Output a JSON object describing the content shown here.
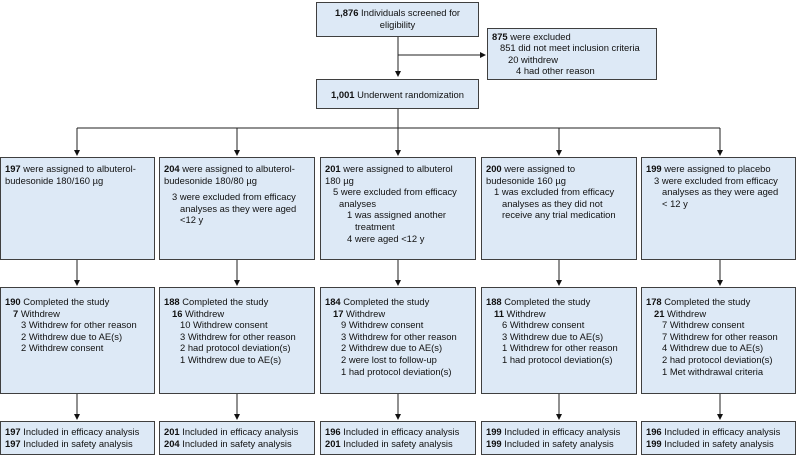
{
  "screened": {
    "count": "1,876",
    "text": "Individuals screened for",
    "text2": "eligibility"
  },
  "excluded": {
    "count": "875",
    "text": "were excluded",
    "reasons": [
      "851 did not meet inclusion criteria",
      "20 withdrew",
      "4 had other reason"
    ]
  },
  "randomized": {
    "count": "1,001",
    "text": "Underwent randomization"
  },
  "arms": [
    {
      "assign_count": "197",
      "assign_l1": "were assigned to albuterol-",
      "assign_lines": [
        "budesonide 180/160 µg"
      ],
      "completed_count": "190",
      "completed_text": "Completed the study",
      "withdrew_count": "7",
      "withdrew_text": "Withdrew",
      "withdraw_reasons": [
        "3 Withdrew for other reason",
        "2 Withdrew due to AE(s)",
        "2 Withdrew consent"
      ],
      "efficacy_count": "197",
      "efficacy_text": "Included in efficacy analysis",
      "safety_count": "197",
      "safety_text": "Included in safety analysis"
    },
    {
      "assign_count": "204",
      "assign_l1": "were assigned to albuterol-",
      "assign_lines": [
        "budesonide 180/80 µg"
      ],
      "exclusion_lines": [
        "3 were excluded from efficacy",
        "analyses as they were aged",
        "<12 y"
      ],
      "completed_count": "188",
      "completed_text": "Completed the study",
      "withdrew_count": "16",
      "withdrew_text": "Withdrew",
      "withdraw_reasons": [
        "10 Withdrew consent",
        "3 Withdrew for other reason",
        "2 had protocol deviation(s)",
        "1 Withdrew due to AE(s)"
      ],
      "efficacy_count": "201",
      "efficacy_text": "Included in efficacy analysis",
      "safety_count": "204",
      "safety_text": "Included in safety analysis"
    },
    {
      "assign_count": "201",
      "assign_l1": "were assigned to albuterol",
      "assign_lines": [
        "180 µg"
      ],
      "exclusion_lines": [
        "5 were excluded from efficacy",
        "analyses"
      ],
      "exclusion_sub": [
        "1 was assigned another",
        "treatment",
        "4 were aged <12 y"
      ],
      "completed_count": "184",
      "completed_text": "Completed the study",
      "withdrew_count": "17",
      "withdrew_text": "Withdrew",
      "withdraw_reasons": [
        "9 Withdrew consent",
        "3 Withdrew for other reason",
        "2 Withdrew due to AE(s)",
        "2 were lost to follow-up",
        "1 had protocol deviation(s)"
      ],
      "efficacy_count": "196",
      "efficacy_text": "Included in efficacy analysis",
      "safety_count": "201",
      "safety_text": "Included in safety analysis"
    },
    {
      "assign_count": "200",
      "assign_l1": "were assigned to",
      "assign_lines": [
        "budesonide 160 µg"
      ],
      "exclusion_lines": [
        "1 was excluded from efficacy",
        "analyses as they did not",
        "receive any trial medication"
      ],
      "completed_count": "188",
      "completed_text": "Completed the study",
      "withdrew_count": "11",
      "withdrew_text": "Withdrew",
      "withdraw_reasons": [
        "6 Withdrew consent",
        "3 Withdrew due to AE(s)",
        "1 Withdrew for other reason",
        "1 had protocol deviation(s)"
      ],
      "efficacy_count": "199",
      "efficacy_text": "Included in efficacy analysis",
      "safety_count": "199",
      "safety_text": "Included in safety analysis"
    },
    {
      "assign_count": "199",
      "assign_l1": "were assigned to placebo",
      "assign_lines": [],
      "exclusion_lines": [
        "3 were excluded from efficacy",
        "analyses as they were aged",
        "< 12 y"
      ],
      "completed_count": "178",
      "completed_text": "Completed the study",
      "withdrew_count": "21",
      "withdrew_text": "Withdrew",
      "withdraw_reasons": [
        "7 Withdrew consent",
        "7 Withdrew for other reason",
        "4 Withdrew due to AE(s)",
        "2 had protocol deviation(s)",
        "1 Met withdrawal criteria"
      ],
      "efficacy_count": "196",
      "efficacy_text": "Included in efficacy analysis",
      "safety_count": "199",
      "safety_text": "Included in safety analysis"
    }
  ]
}
